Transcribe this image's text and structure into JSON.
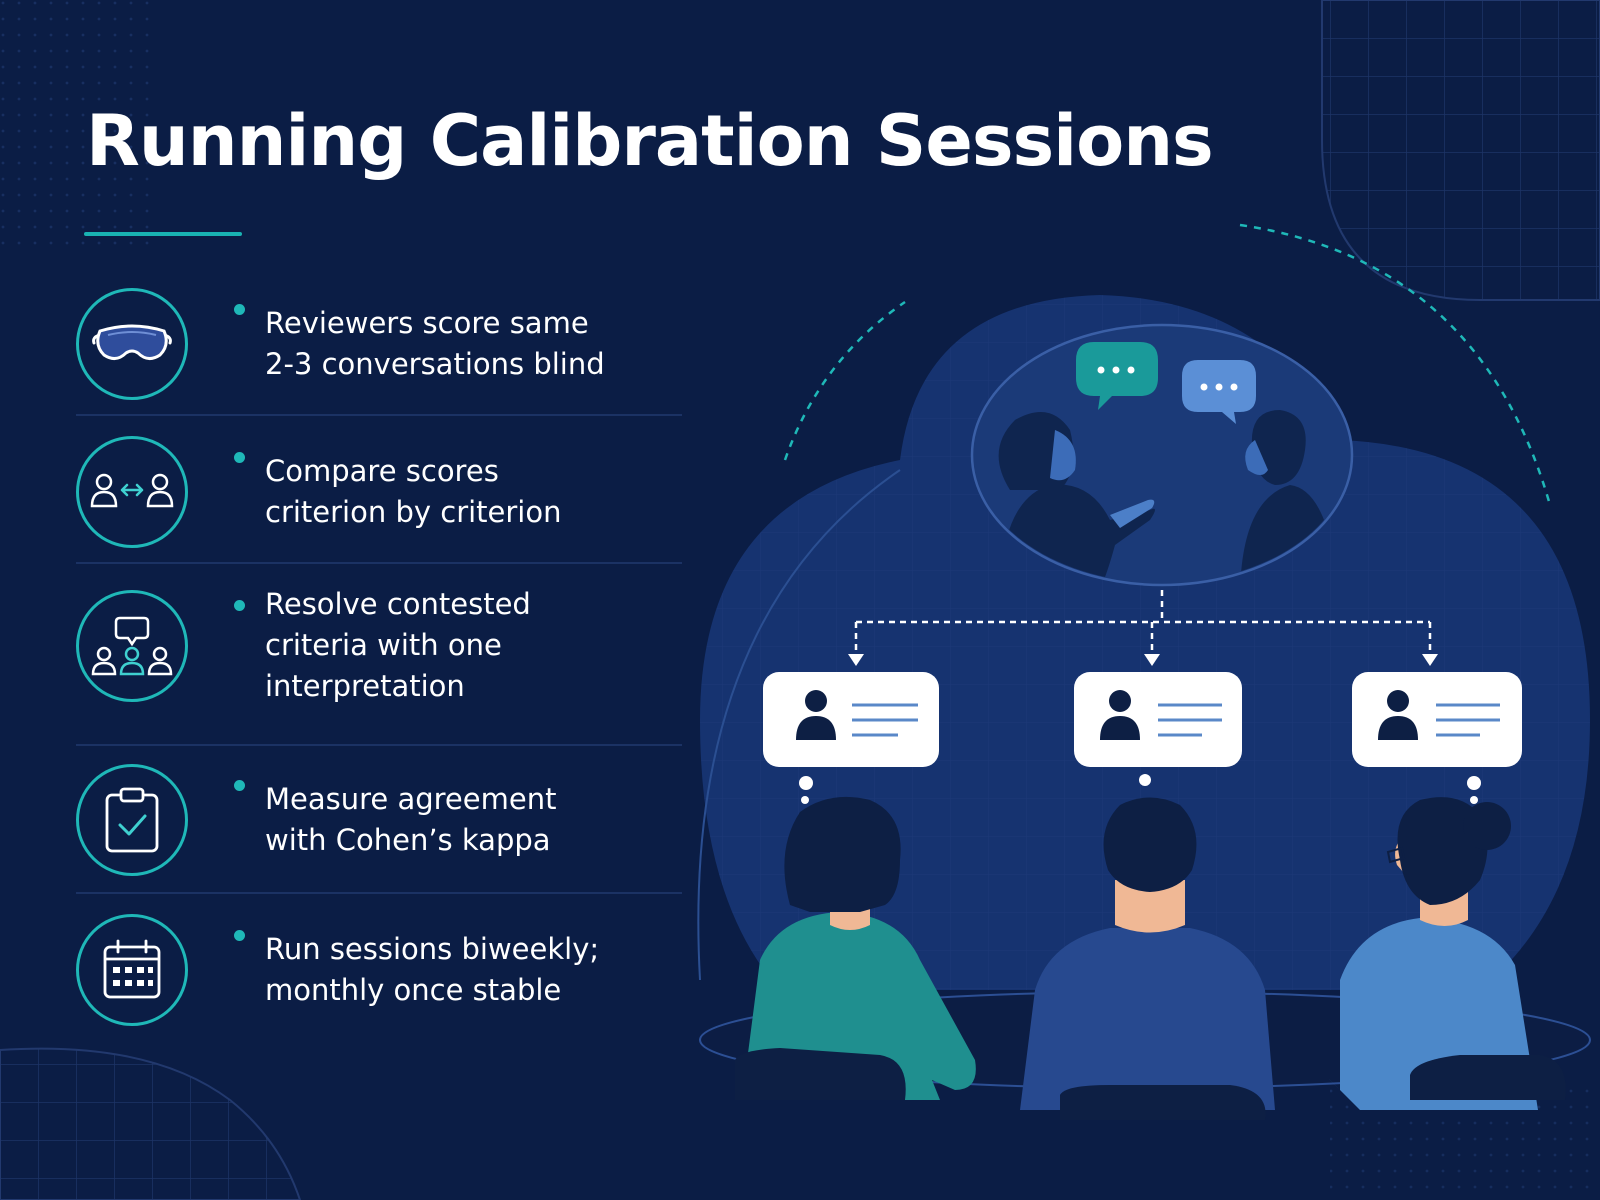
{
  "title": "Running Calibration Sessions",
  "items": [
    {
      "icon": "sleep-mask-icon",
      "lines": [
        "Reviewers score same",
        "2-3 conversations blind"
      ]
    },
    {
      "icon": "compare-users-icon",
      "lines": [
        "Compare scores",
        "criterion by criterion"
      ]
    },
    {
      "icon": "group-discussion-icon",
      "lines": [
        "Resolve contested",
        "criteria with one",
        "interpretation"
      ]
    },
    {
      "icon": "clipboard-check-icon",
      "lines": [
        "Measure agreement",
        "with Cohen’s kappa"
      ]
    },
    {
      "icon": "calendar-icon",
      "lines": [
        "Run sessions biweekly;",
        "monthly once stable"
      ]
    }
  ],
  "colors": {
    "background": "#0b1d45",
    "accent": "#1fb8b8",
    "divider": "#1b3264",
    "teal_shirt": "#1f8f8f",
    "blue_shirt": "#27498f",
    "light_blue_shirt": "#4c88c9"
  }
}
